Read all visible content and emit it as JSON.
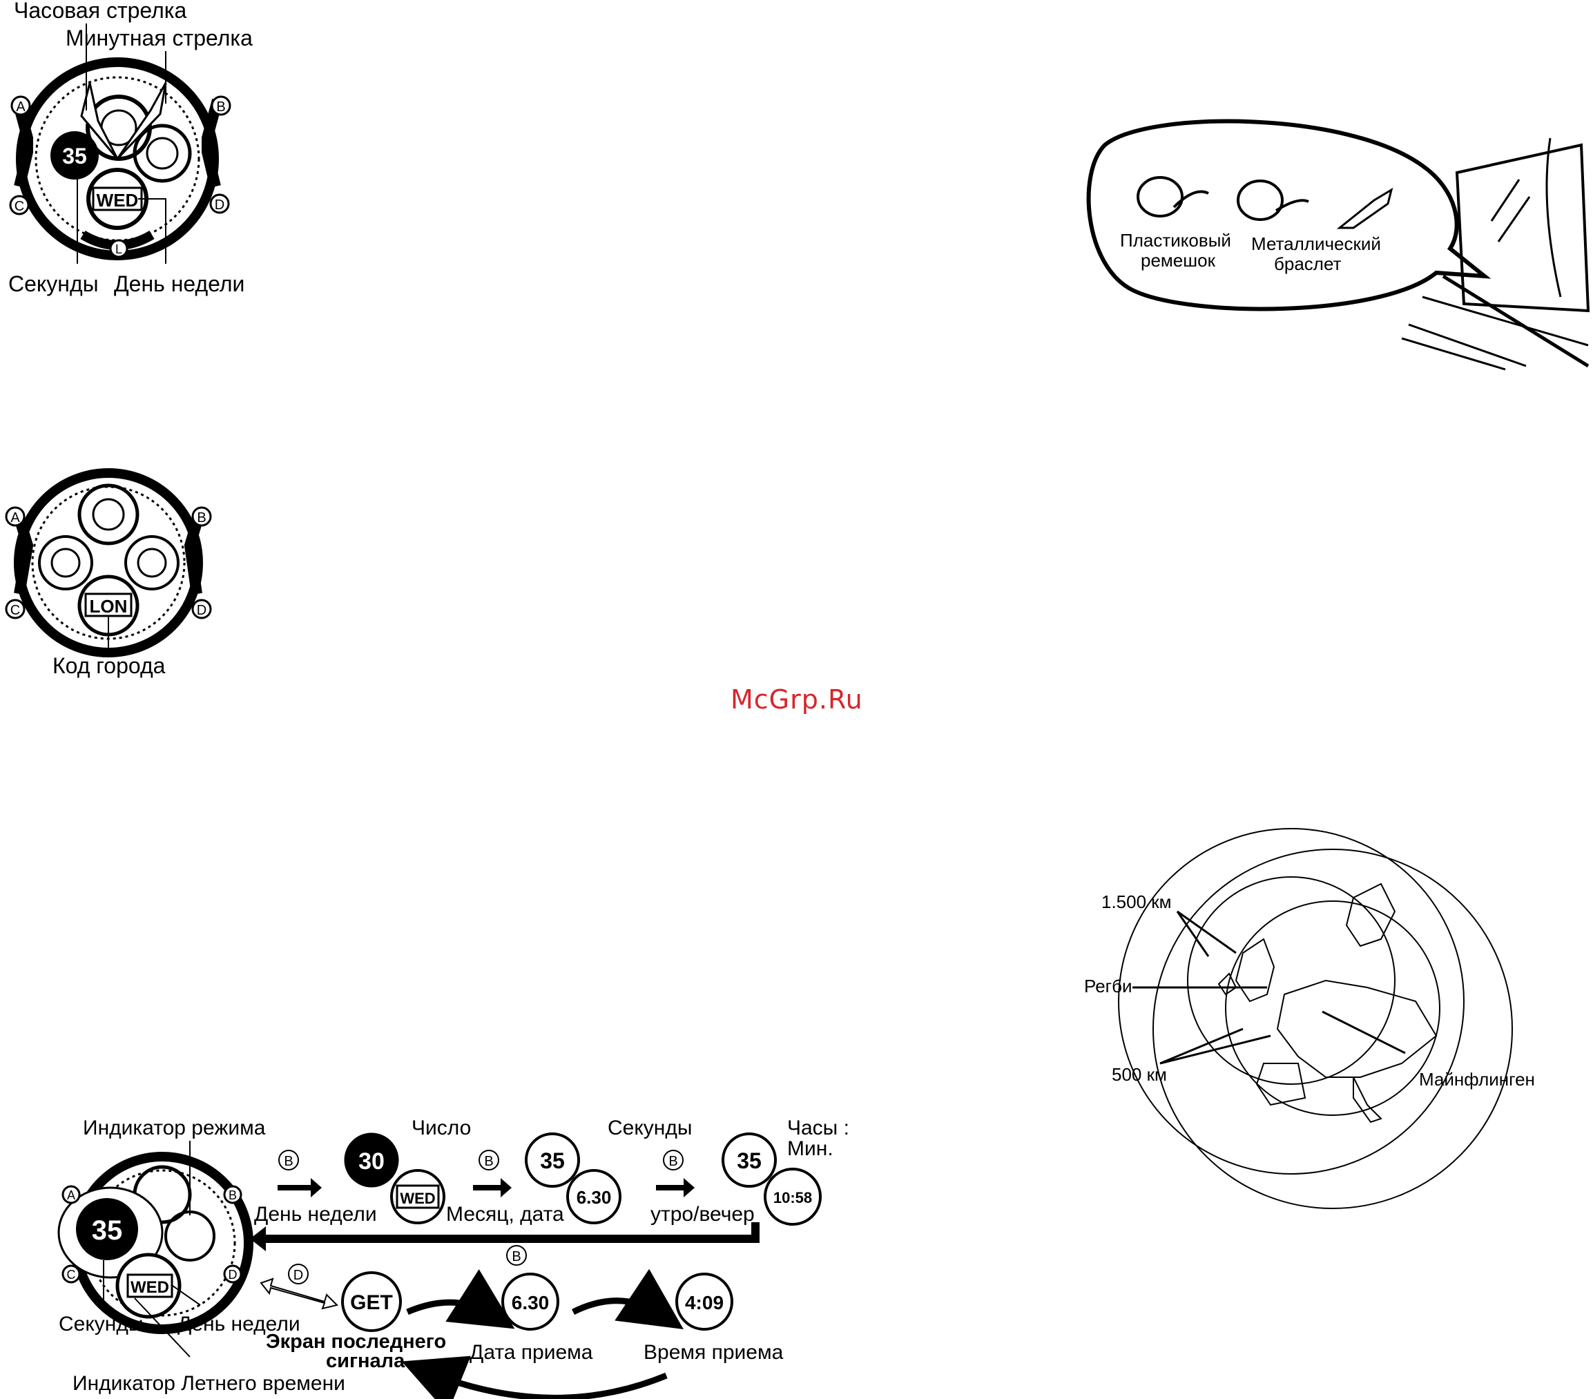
{
  "watch1": {
    "hour_hand": "Часовая стрелка",
    "minute_hand": "Минутная стрелка",
    "seconds": "Секунды",
    "weekday": "День недели",
    "btn_a": "A",
    "btn_b": "B",
    "btn_c": "C",
    "btn_d": "D",
    "btn_l": "L",
    "display_sec": "35",
    "display_day": "WED"
  },
  "watch2": {
    "city_code": "Код города",
    "display_city": "LON",
    "btn_a": "A",
    "btn_b": "B",
    "btn_c": "C",
    "btn_d": "D"
  },
  "watermark": "McGrp.Ru",
  "bands": {
    "plastic_line1": "Пластиковый",
    "plastic_line2": "ремешок",
    "metal_line1": "Металлический",
    "metal_line2": "браслет"
  },
  "map": {
    "km1500": "1.500 км",
    "rugby": "Регби",
    "km500": "500 км",
    "mainflingen": "Майнфлинген"
  },
  "flow": {
    "mode_indicator": "Индикатор режима",
    "number": "Число",
    "seconds_top": "Секунды",
    "hours_min_1": "Часы :",
    "hours_min_2": "Мин.",
    "weekday_mid": "День недели",
    "month_date": "Месяц, дата",
    "ampm": "утро/вечер",
    "seconds_left": "Секунды",
    "weekday_left": "День недели",
    "last_signal_1": "Экран последнего",
    "last_signal_2": "сигнала",
    "recv_date": "Дата приема",
    "recv_time": "Время приема",
    "dst_indicator": "Индикатор Летнего времени",
    "btn_b": "B",
    "btn_d": "D",
    "d_sec": "35",
    "d_day": "WED",
    "d_num": "30",
    "d_date": "6.30",
    "d_time": "10:58",
    "d_get": "GET",
    "d_rtime": "4:09",
    "btn_a": "A",
    "btn_b2": "B",
    "btn_c": "C",
    "btn_d2": "D"
  }
}
